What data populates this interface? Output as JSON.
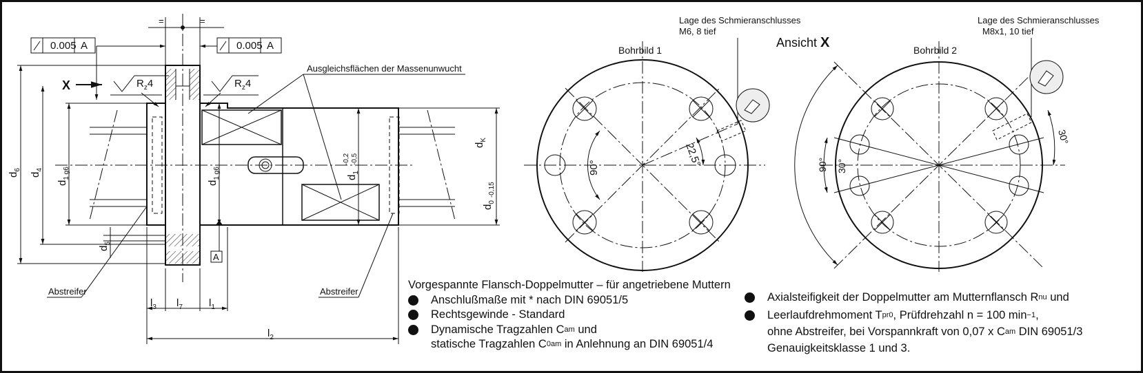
{
  "side_view": {
    "tolerance_left": {
      "value": "0.005",
      "datum": "A"
    },
    "tolerance_right": {
      "value": "0.005",
      "datum": "A"
    },
    "equal_marks": [
      "=",
      "="
    ],
    "view_marker": "X",
    "roughness_left": {
      "letter": "R",
      "sub": "z",
      "value": "4"
    },
    "roughness_right": {
      "letter": "R",
      "sub": "z",
      "value": "4"
    },
    "balance_label": "Ausgleichsflächen der Massenunwucht",
    "datum_box": "A",
    "wiper_left": "Abstreifer",
    "wiper_right": "Abstreifer",
    "dims": {
      "d6": {
        "base": "d",
        "sub": "6"
      },
      "d4": {
        "base": "d",
        "sub": "4"
      },
      "d1g6_left": {
        "base": "d",
        "sub": "1 g6"
      },
      "d5": {
        "base": "d",
        "sub": "5"
      },
      "d1g6_mid": {
        "base": "d",
        "sub": "1 g6"
      },
      "d1": {
        "base": "d",
        "sub": "1",
        "tol_upper": "-0,2",
        "tol_lower": "-0,5"
      },
      "dK": {
        "base": "d",
        "sub": "K"
      },
      "d0": {
        "base": "d",
        "sub": "0",
        "tol": "-0,15"
      },
      "l3": {
        "base": "l",
        "sub": "3"
      },
      "l7": {
        "base": "l",
        "sub": "7"
      },
      "l1": {
        "base": "l",
        "sub": "1"
      },
      "l2": {
        "base": "l",
        "sub": "2"
      }
    }
  },
  "view_title": {
    "prefix": "Ansicht",
    "letter": "X"
  },
  "bohrbild1": {
    "title": "Bohrbild 1",
    "lube_label": "Lage des Schmieranschlusses",
    "lube_size": "M6, 8 tief",
    "angle_main": "90°",
    "angle_offset": "22,5°"
  },
  "bohrbild2": {
    "title": "Bohrbild 2",
    "lube_label": "Lage des Schmieranschlusses",
    "lube_size": "M8x1, 10 tief",
    "angle_main": "90°",
    "angle_a": "30°",
    "angle_b": "30°"
  },
  "notes": {
    "heading": "Vorgespannte Flansch-Doppelmutter – für angetriebene Muttern",
    "left": [
      {
        "text": "Anschlußmaße mit * nach DIN 69051/5"
      },
      {
        "text": "Rechtsgewinde - Standard"
      },
      {
        "text": "Dynamische Tragzahlen C",
        "sub": "am",
        "after": " und"
      }
    ],
    "left_cont": {
      "text": "statische Tragzahlen C",
      "sub": "0am",
      "after": " in Anlehnung an DIN 69051/4"
    },
    "right1": {
      "text": "Axialsteifigkeit der Doppelmutter am Mutternflansch R",
      "sub": "nu",
      "after": " und"
    },
    "right2": {
      "text": "Leerlaufdrehmoment T",
      "sub": "pr0",
      "mid": ", Prüfdrehzahl n = 100 min",
      "sup": "−1",
      "after": ","
    },
    "right2_cont1": {
      "text": "ohne Abstreifer, bei Vorspannkraft von 0,07 x C",
      "sub": "am",
      "after": " DIN 69051/3"
    },
    "right2_cont2": "Genauigkeitsklasse 1 und 3."
  }
}
